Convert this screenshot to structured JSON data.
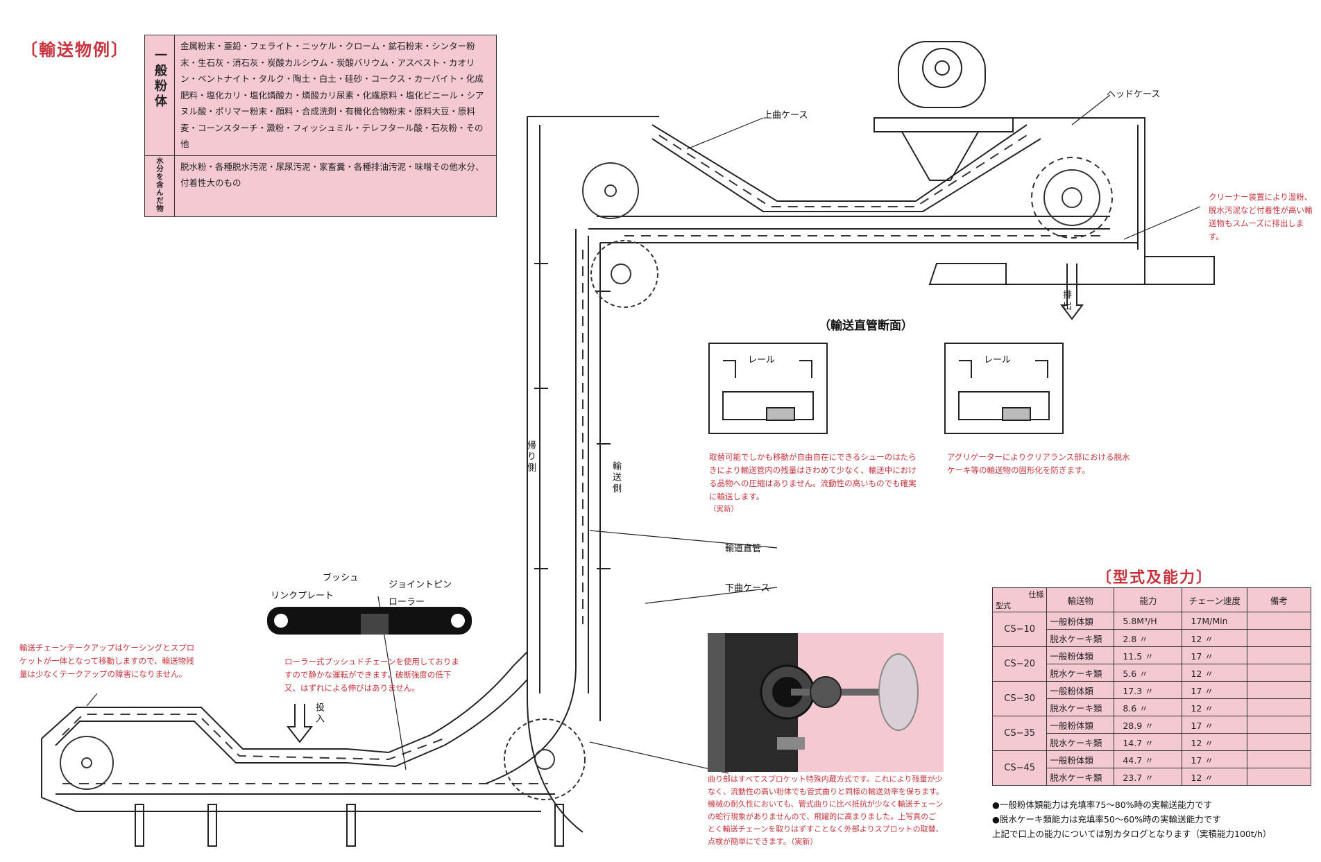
{
  "examples": {
    "heading": "〔輸送物例〕",
    "rows": [
      {
        "category": "一般粉体",
        "items": "金属粉末・亜鉛・フェライト・ニッケル・クローム・鉱石粉末・シンター粉末・生石灰・消石灰・炭酸カルシウム・炭酸バリウム・アスベスト・カオリン・ベントナイト・タルク・陶土・白土・硅砂・コークス・カーバイト・化成肥料・塩化カリ・塩化燐酸カ・燐酸カリ尿素・化繊原料・塩化ビニール・シアヌル酸・ポリマー粉末・顔料・合成洗剤・有機化合物粉末・原料大豆・原料麦・コーンスターチ・澱粉・フィッシュミル・テレフタール酸・石灰粉・その他"
      },
      {
        "category": "水分を含んだ物",
        "items": "脱水粉・各種脱水汚泥・尿尿汚泥・家畜糞・各種排油汚泥・味噌その他水分、付着性大のもの"
      }
    ]
  },
  "diagram": {
    "labels": {
      "upper_bend": "上曲ケース",
      "head_case": "ヘッドケース",
      "cleaner_note": "クリーナー装置により湿粉、脱水汚泥など付着性が高い輸送物もスムーズに排出します。",
      "discharge": "排出",
      "return_side": "帰り側",
      "transport_side": "輸送側",
      "straight_pipe": "輸道直管",
      "lower_bend": "下曲ケース",
      "inlet": "投入",
      "bush": "ブッシュ",
      "joint_pin": "ジョイントピン",
      "link_plate": "リンクプレート",
      "roller": "ローラー",
      "chain_note": "ローラー式プッシュドチェーンを使用しておりますので静かな運転ができます。破断強度の低下又、はずれによる伸びはありません。",
      "takeup_note": "輸送チェーンテークアップはケーシングとスプロケットが一体となって移動しますので、輸送物残量は少なくテークアップの障害になりません。"
    }
  },
  "cross_section": {
    "heading": "（輸送直管断面）",
    "rail": "レール",
    "left_note": "取替可能でしかも移動が自由自在にできるシューのはたらきにより輸送管内の残量はきわめて少なく、輸送中における品物への圧縮はありません。流動性の高いものでも確実に輸送します。",
    "left_patent": "（実新）",
    "right_note": "アグリゲーターによりクリアランス部における脱水ケーキ等の輸送物の固形化を防ぎます。"
  },
  "photo": {
    "caption": "曲り部はすべてスプロケット特殊内蔵方式です。これにより残量が少なく、流動性の高い粉体でも管式曲りと同様の輸送効率を保ちます。機械の耐久性においても、管式曲りに比べ抵抗が少なく輸送チェーンの蛇行現象がありませんので、飛躍的に高まりました。上写真のごとく輸送チェーンを取りはずすことなく外部よりスプロットの取替、点検が簡単にできます。（実新）"
  },
  "spec": {
    "heading": "〔型式及能力〕",
    "header": {
      "spec": "仕様",
      "model": "型式",
      "material": "輸送物",
      "capacity": "能力",
      "speed": "チェーン速度",
      "remarks": "備考"
    },
    "models": [
      {
        "name": "CS−10",
        "rows": [
          {
            "material": "一般粉体類",
            "capacity": "5.8M³/H",
            "speed": "17M/Min"
          },
          {
            "material": "脱水ケーキ類",
            "capacity": "2.8 〃",
            "speed": "12 〃"
          }
        ]
      },
      {
        "name": "CS−20",
        "rows": [
          {
            "material": "一般粉体類",
            "capacity": "11.5 〃",
            "speed": "17 〃"
          },
          {
            "material": "脱水ケーキ類",
            "capacity": "5.6 〃",
            "speed": "12 〃"
          }
        ]
      },
      {
        "name": "CS−30",
        "rows": [
          {
            "material": "一般粉体類",
            "capacity": "17.3 〃",
            "speed": "17 〃"
          },
          {
            "material": "脱水ケーキ類",
            "capacity": "8.6 〃",
            "speed": "12 〃"
          }
        ]
      },
      {
        "name": "CS−35",
        "rows": [
          {
            "material": "一般粉体類",
            "capacity": "28.9 〃",
            "speed": "17 〃"
          },
          {
            "material": "脱水ケーキ類",
            "capacity": "14.7 〃",
            "speed": "12 〃"
          }
        ]
      },
      {
        "name": "CS−45",
        "rows": [
          {
            "material": "一般粉体類",
            "capacity": "44.7 〃",
            "speed": "17 〃"
          },
          {
            "material": "脱水ケーキ類",
            "capacity": "23.7 〃",
            "speed": "12 〃"
          }
        ]
      }
    ],
    "notes": [
      "●一般粉体類能力は充填率75〜80%時の実輸送能力です",
      "●脱水ケーキ類能力は充填率50〜60%時の実輸送能力です",
      "上記で口上の能力については別カタログとなります（実積能力100t/h）"
    ]
  }
}
